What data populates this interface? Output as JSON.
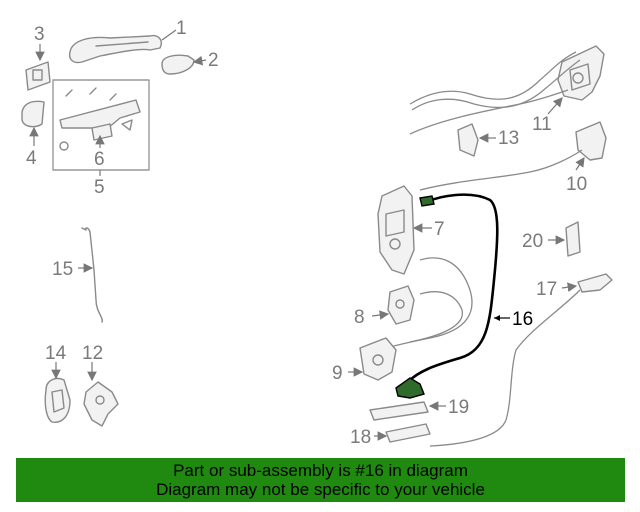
{
  "callouts": {
    "c1": "1",
    "c2": "2",
    "c3": "3",
    "c4": "4",
    "c5": "5",
    "c6": "6",
    "c7": "7",
    "c8": "8",
    "c9": "9",
    "c10": "10",
    "c11": "11",
    "c12": "12",
    "c13": "13",
    "c14": "14",
    "c15": "15",
    "c16": "16",
    "c17": "17",
    "c18": "18",
    "c19": "19",
    "c20": "20"
  },
  "banner": {
    "line1": "Part or sub-assembly is #16 in diagram",
    "line2": "Diagram may not be specific to your vehicle",
    "color": "#1f8a0f"
  },
  "highlight": {
    "part": "16",
    "color": "#2f6b2a"
  }
}
